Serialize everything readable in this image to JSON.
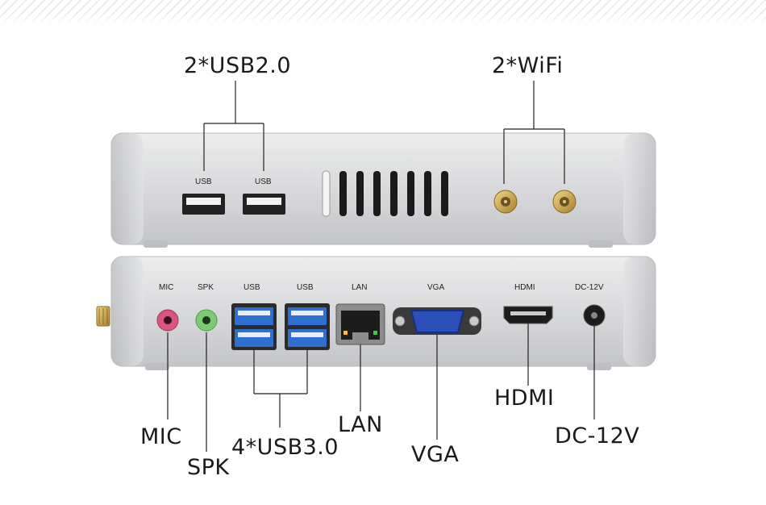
{
  "callouts": {
    "usb2": "2*USB2.0",
    "wifi": "2*WiFi",
    "mic": "MIC",
    "spk": "SPK",
    "usb3": "4*USB3.0",
    "lan": "LAN",
    "vga": "VGA",
    "hdmi": "HDMI",
    "dc": "DC-12V"
  },
  "front_panel": {
    "usb_left": "USB",
    "usb_right": "USB"
  },
  "rear_panel": {
    "mic": "MIC",
    "spk": "SPK",
    "usb_a": "USB",
    "usb_b": "USB",
    "lan": "LAN",
    "vga": "VGA",
    "hdmi": "HDMI",
    "dc": "DC-12V"
  },
  "colors": {
    "chassis": "#d9dadc",
    "usb3_blue": "#2f6fd0",
    "mic_pink": "#d9547e",
    "spk_green": "#6fc06a",
    "vga_blue": "#2a4fb8",
    "antenna_gold": "#c9a24a"
  }
}
